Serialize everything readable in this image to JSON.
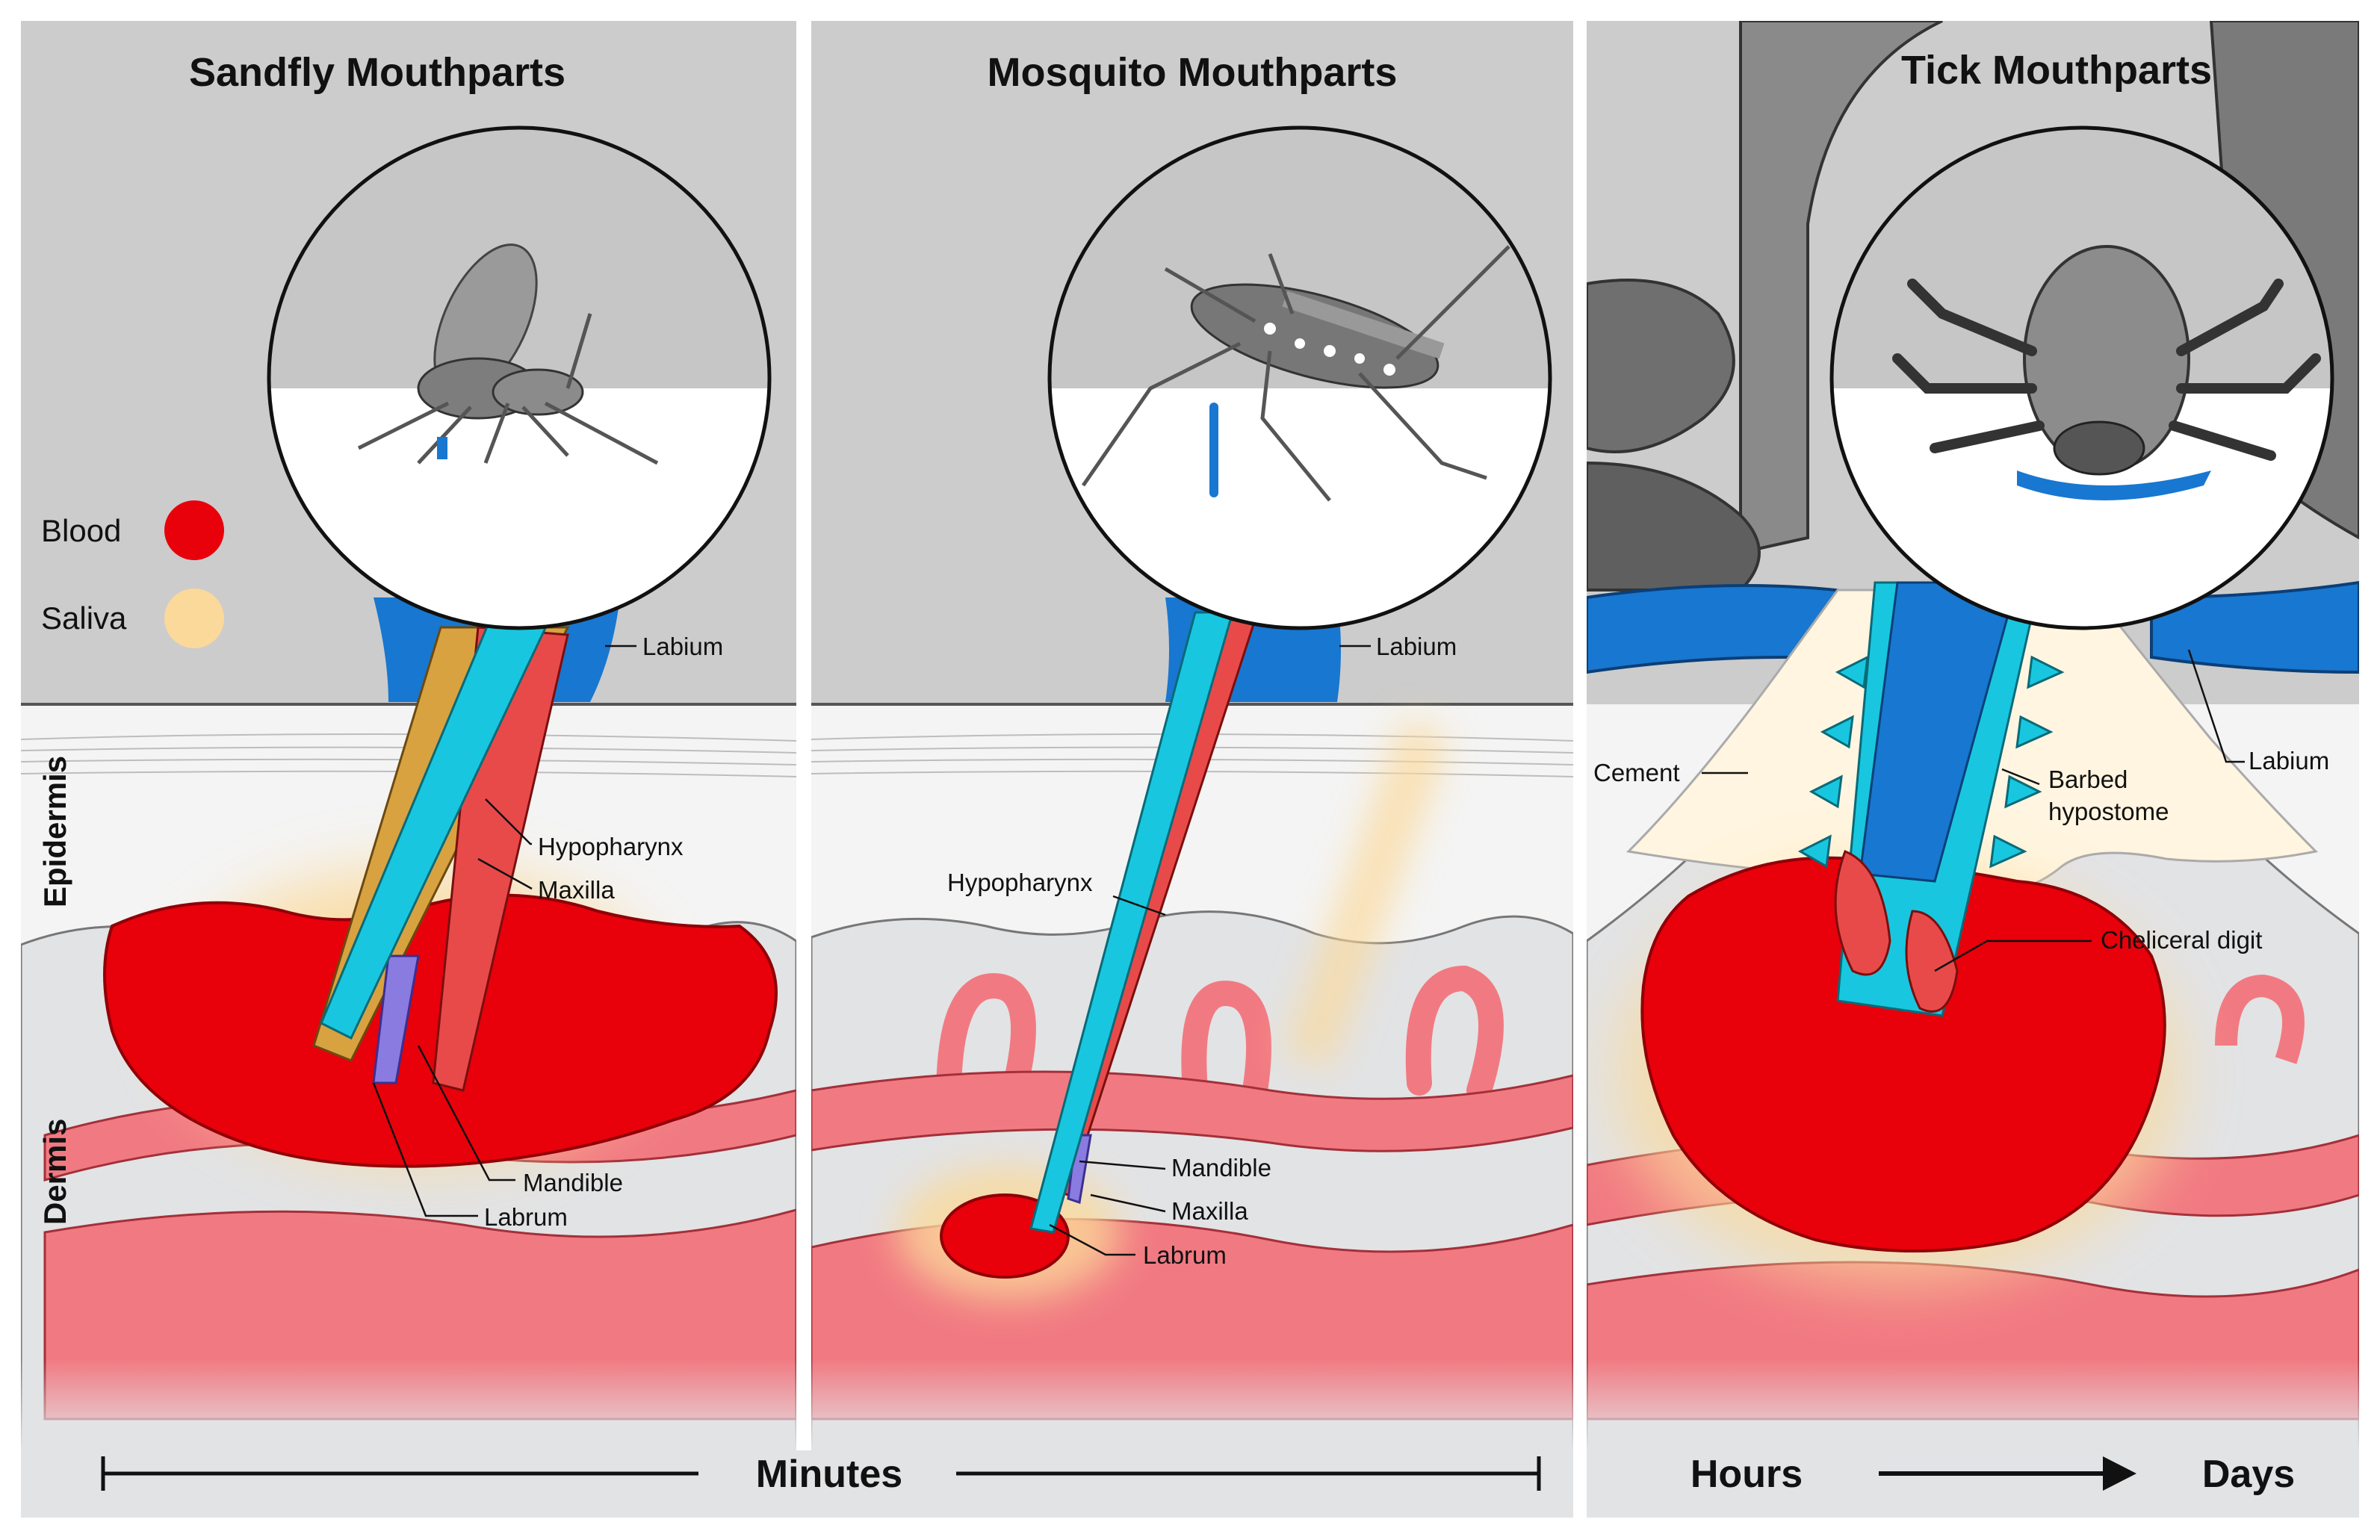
{
  "panels": [
    {
      "title": "Sandfly Mouthparts",
      "labels": [
        "Labium",
        "Hypopharynx",
        "Maxilla",
        "Mandible",
        "Labrum"
      ]
    },
    {
      "title": "Mosquito Mouthparts",
      "labels": [
        "Labium",
        "Hypopharynx",
        "Mandible",
        "Maxilla",
        "Labrum"
      ]
    },
    {
      "title": "Tick Mouthparts",
      "labels": [
        "Cement",
        "Barbed",
        "hypostome",
        "Labium",
        "Cheliceral digit"
      ]
    }
  ],
  "legend": [
    {
      "label": "Blood",
      "color": "#e8000b"
    },
    {
      "label": "Saliva",
      "color": "#fbd99a"
    }
  ],
  "layers": {
    "epidermis": "Epidermis",
    "dermis": "Dermis"
  },
  "timeline": {
    "minutes": "Minutes",
    "hours": "Hours",
    "days": "Days"
  },
  "colors": {
    "sky": "#cccccc",
    "skin": "#f4f4f4",
    "dermis": "#e2e3e5",
    "blood": "#e8000b",
    "vessel": "#f17a82",
    "saliva": "#fbd99a",
    "labium": "#1877d0",
    "hypopharynx": "#18c7df",
    "maxilla": "#e84a4a",
    "mandible": "#8a7be0",
    "labrum": "#d9a240"
  }
}
